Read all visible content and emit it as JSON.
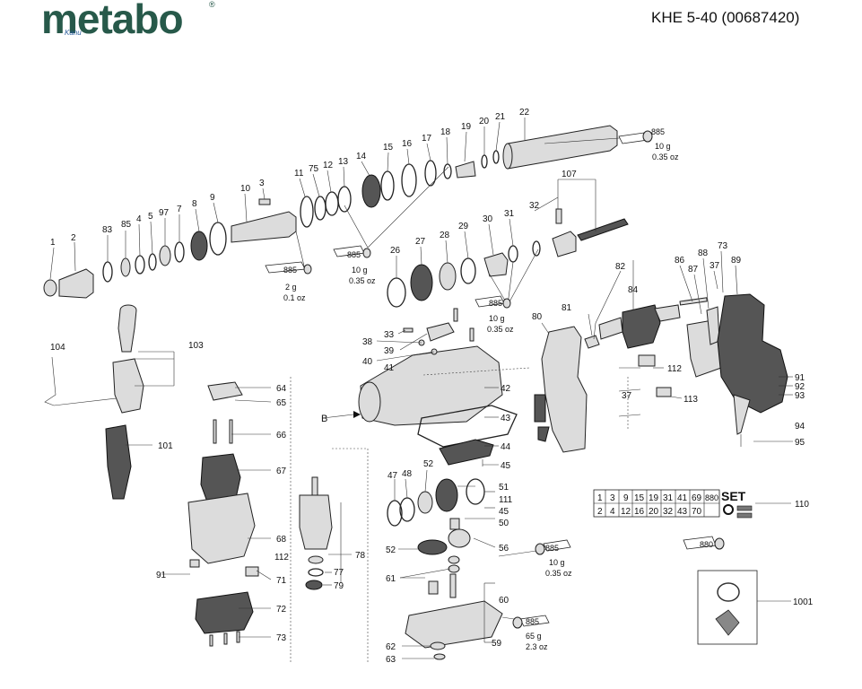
{
  "header": {
    "brand": "metabo",
    "brand_sub": "Kanu",
    "model": "KHE 5-40 (00687420)"
  },
  "labels": {
    "p1": "1",
    "p2": "2",
    "p83": "83",
    "p85a": "85",
    "p4": "4",
    "p5": "5",
    "p97": "97",
    "p7": "7",
    "p8": "8",
    "p9": "9",
    "p10": "10",
    "p3": "3",
    "p11": "11",
    "p75": "75",
    "p12": "12",
    "p13": "13",
    "p14": "14",
    "p15": "15",
    "p16": "16",
    "p17": "17",
    "p18": "18",
    "p19": "19",
    "p20": "20",
    "p21": "21",
    "p22": "22",
    "p107": "107",
    "p32": "32",
    "p31": "31",
    "p30": "30",
    "p29": "29",
    "p28": "28",
    "p27": "27",
    "p26": "26",
    "p82": "82",
    "p84": "84",
    "p86": "86",
    "p87": "87",
    "p88": "88",
    "p73a": "73",
    "p37a": "37",
    "p89": "89",
    "p80": "80",
    "p81": "81",
    "p112a": "112",
    "p113": "113",
    "p37b": "37",
    "p91a": "91",
    "p92": "92",
    "p93": "93",
    "p94": "94",
    "p95": "95",
    "p33": "33",
    "p38": "38",
    "p39": "39",
    "p40": "40",
    "p41": "41",
    "p42": "42",
    "p43": "43",
    "p44": "44",
    "p45a": "45",
    "pB": "B",
    "p104": "104",
    "p103": "103",
    "p101": "101",
    "p64": "64",
    "p65": "65",
    "p66": "66",
    "p67": "67",
    "p68": "68",
    "p112b": "112",
    "p91b": "91",
    "p71": "71",
    "p72": "72",
    "p73b": "73",
    "p78": "78",
    "p77": "77",
    "p79": "79",
    "p47": "47",
    "p48": "48",
    "p52a": "52",
    "p51": "51",
    "p111": "111",
    "p45b": "45",
    "p50": "50",
    "p52b": "52",
    "p56": "56",
    "p61": "61",
    "p60": "60",
    "p62": "62",
    "p63": "63",
    "p59": "59",
    "p110": "110",
    "p1001": "1001"
  },
  "lubricant_tags": [
    {
      "code": "885",
      "qty": "2 g",
      "oz": "0.1 oz"
    },
    {
      "code": "885",
      "qty": "10 g",
      "oz": "0.35 oz"
    },
    {
      "code": "885",
      "qty": "10 g",
      "oz": "0.35 oz"
    },
    {
      "code": "885",
      "qty": "10 g",
      "oz": "0.35 oz"
    },
    {
      "code": "885",
      "qty": "10 g",
      "oz": "0.35 oz"
    },
    {
      "code": "885",
      "qty": "65 g",
      "oz": "2.3 oz"
    },
    {
      "code": "880",
      "qty": "",
      "oz": ""
    }
  ],
  "set_table": {
    "row1": [
      "1",
      "3",
      "9",
      "15",
      "19",
      "31",
      "41",
      "69",
      "880"
    ],
    "row2": [
      "2",
      "4",
      "12",
      "16",
      "20",
      "32",
      "43",
      "70"
    ],
    "set_label": "SET"
  }
}
